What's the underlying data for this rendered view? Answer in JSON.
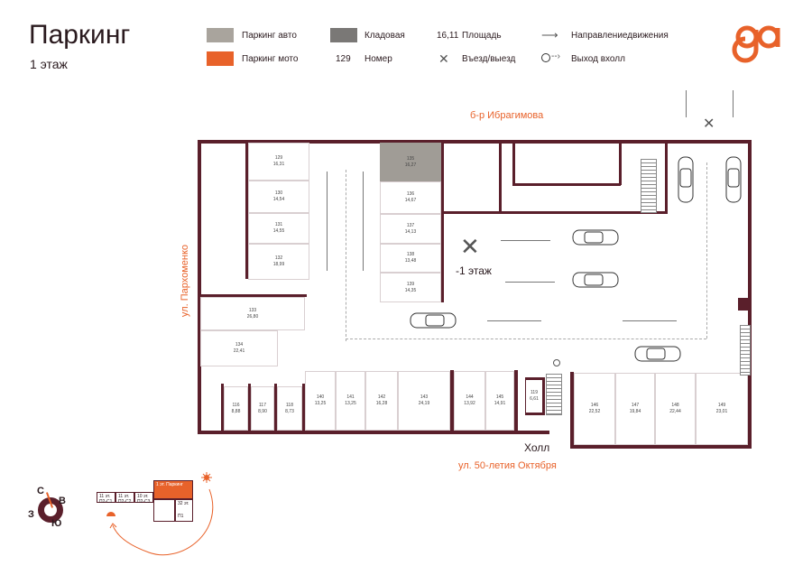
{
  "header": {
    "title": "Паркинг",
    "floor": "1 этаж"
  },
  "legend": {
    "parking_auto": "Паркинг авто",
    "parking_moto": "Паркинг мото",
    "storage": "Кладовая",
    "area_sample": "16,11",
    "area_label": "Площадь",
    "number_sample": "129",
    "number_label": "Номер",
    "entry_label": "Въезд/выезд",
    "direction_label": "Направлениедвижения",
    "exit_label": "Выход вхолл"
  },
  "colors": {
    "auto": "#a9a49d",
    "moto": "#e8622a",
    "storage": "#7a7876",
    "wall": "#5a1f2b",
    "accent": "#e8622a"
  },
  "logo": "ga",
  "streets": {
    "top": "б-р Ибрагимова",
    "left": "ул. Пархоменко",
    "bottom": "ул. 50-летия Октября"
  },
  "plan": {
    "level_label": "-1 этаж",
    "hall": "Холл"
  },
  "units": [
    {
      "n": "129",
      "a": "16,31"
    },
    {
      "n": "130",
      "a": "14,54"
    },
    {
      "n": "131",
      "a": "14,55"
    },
    {
      "n": "132",
      "a": "18,99"
    },
    {
      "n": "135",
      "a": "16,27"
    },
    {
      "n": "136",
      "a": "14,67"
    },
    {
      "n": "137",
      "a": "14,13"
    },
    {
      "n": "138",
      "a": "13,48"
    },
    {
      "n": "139",
      "a": "14,35"
    },
    {
      "n": "133",
      "a": "26,80"
    },
    {
      "n": "134",
      "a": "22,41"
    },
    {
      "n": "116",
      "a": "8,88"
    },
    {
      "n": "117",
      "a": "8,90"
    },
    {
      "n": "118",
      "a": "8,73"
    },
    {
      "n": "140",
      "a": "13,25"
    },
    {
      "n": "141",
      "a": "13,25"
    },
    {
      "n": "142",
      "a": "16,28"
    },
    {
      "n": "143",
      "a": "24,19"
    },
    {
      "n": "144",
      "a": "13,92"
    },
    {
      "n": "145",
      "a": "14,91"
    },
    {
      "n": "119",
      "a": "6,61"
    },
    {
      "n": "146",
      "a": "22,52"
    },
    {
      "n": "147",
      "a": "19,84"
    },
    {
      "n": "148",
      "a": "22,44"
    },
    {
      "n": "149",
      "a": "23,01"
    }
  ],
  "compass": {
    "n": "С",
    "e": "В",
    "s": "Ю",
    "w": "З"
  },
  "minimap": {
    "b1": "11 эт.",
    "b1c": "П2-С1",
    "b2": "11 эт.",
    "b2c": "П2-С2",
    "b3": "10 эт.",
    "b3c": "П2-С3",
    "parking": "1 эт. Паркинг",
    "b4": "32 эт.",
    "b4c": "П1"
  }
}
